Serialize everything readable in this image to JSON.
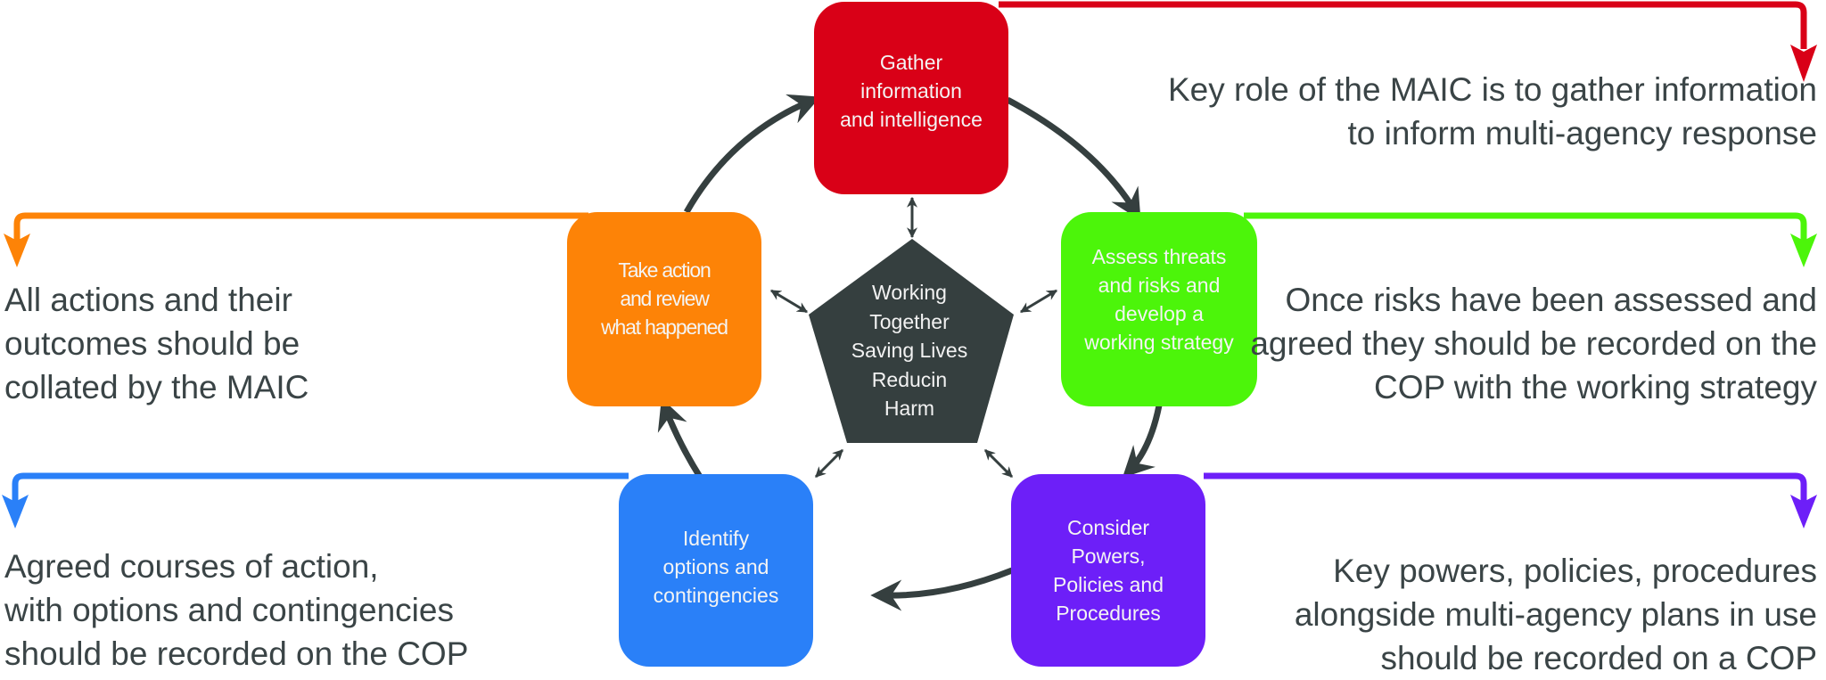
{
  "diagram": {
    "center": {
      "label": "Working\nTogether\nSaving Lives\nReducin\nHarm",
      "color": "#353f3f"
    },
    "cycle_color": "#353f3f",
    "steps": [
      {
        "id": "gather",
        "label": "Gather\ninformation\nand intelligence",
        "color": "#d90017",
        "note": "Key role of the MAIC is to gather information\nto inform multi-agency response"
      },
      {
        "id": "assess",
        "label": "Assess threats\nand risks and\ndevelop a\nworking strategy",
        "color": "#4cf50a",
        "note": "Once risks have been assessed and\nagreed they should be recorded on the\nCOP with the working strategy"
      },
      {
        "id": "consider",
        "label": "Consider\nPowers,\nPolicies and\nProcedures",
        "color": "#6d1ff8",
        "note": "Key powers, policies, procedures\nalongside multi-agency plans in use\nshould be recorded on a COP"
      },
      {
        "id": "identify",
        "label": "Identify\noptions and\ncontingencies",
        "color": "#2a80f8",
        "note": "Agreed courses of action,\nwith options and contingencies\nshould be recorded on the COP"
      },
      {
        "id": "take-action",
        "label": "Take action\nand review\nwhat happened",
        "color": "#fd8307",
        "note": "All actions and their\noutcomes should be\ncollated by the MAIC"
      }
    ]
  }
}
